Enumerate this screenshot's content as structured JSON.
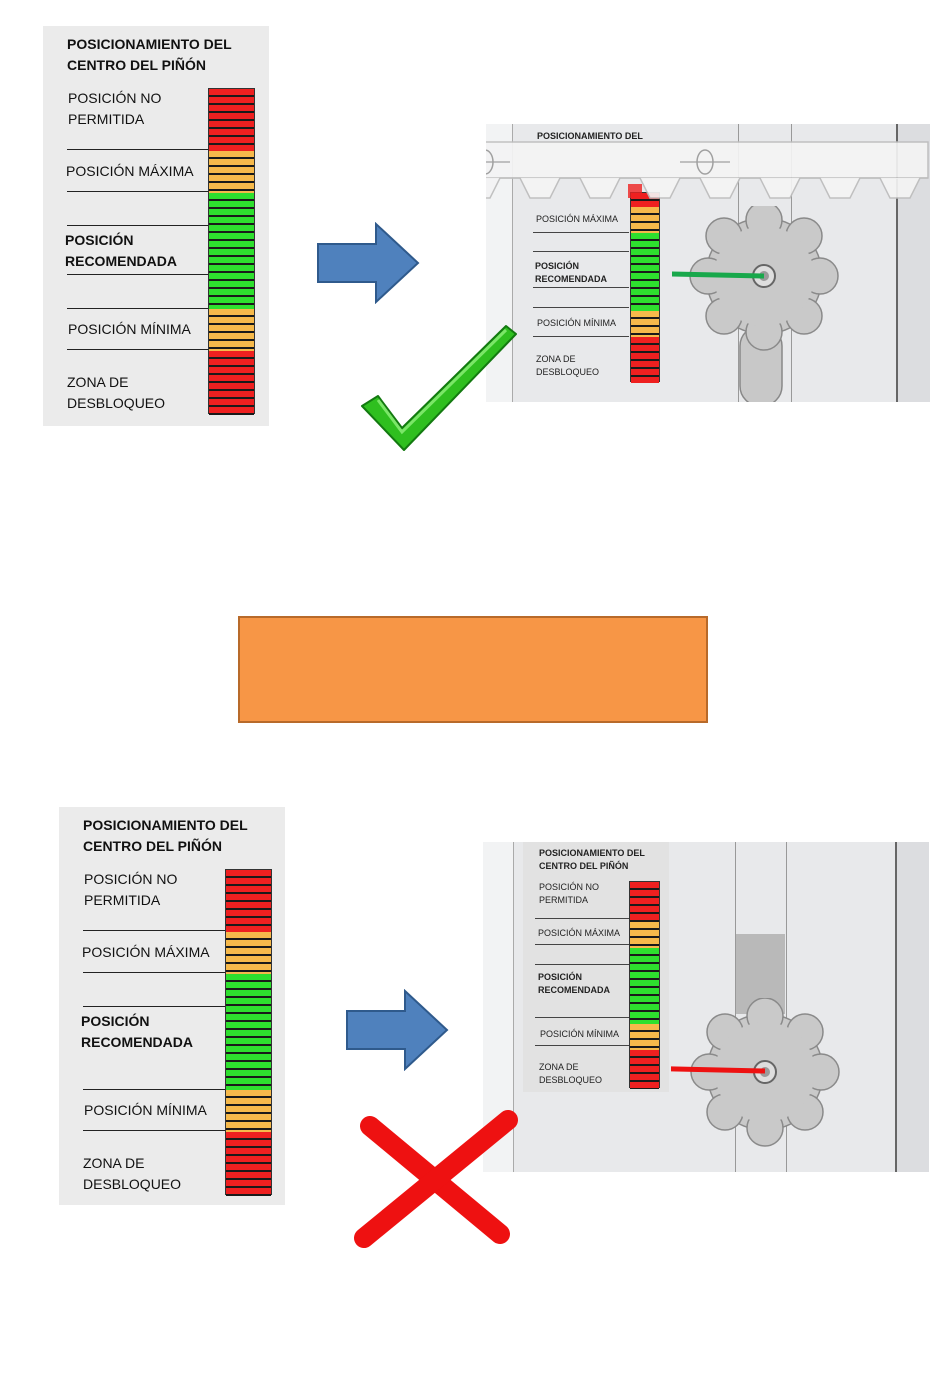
{
  "panel_top": {
    "title": "POSICIONAMIENTO DEL CENTRO DEL PIÑÓN",
    "labels": {
      "not_allowed": "POSICIÓN NO PERMITIDA",
      "max": "POSICIÓN MÁXIMA",
      "recommended": "POSICIÓN RECOMENDADA",
      "min": "POSICIÓN MÍNIMA",
      "release": "ZONA DE DESBLOQUEO"
    }
  },
  "photo_top": {
    "title": "POSICIONAMIENTO DEL",
    "labels": {
      "max": "POSICIÓN MÁXIMA",
      "recommended": "POSICIÓN RECOMENDADA",
      "min": "POSICIÓN MÍNIMA",
      "release": "ZONA DE DESBLOQUEO"
    },
    "result": "check"
  },
  "panel_bottom": {
    "title": "POSICIONAMIENTO DEL CENTRO DEL PIÑÓN",
    "labels": {
      "not_allowed": "POSICIÓN NO PERMITIDA",
      "max": "POSICIÓN MÁXIMA",
      "recommended": "POSICIÓN RECOMENDADA",
      "min": "POSICIÓN MÍNIMA",
      "release": "ZONA DE DESBLOQUEO"
    }
  },
  "photo_bottom": {
    "title": "POSICIONAMIENTO DEL CENTRO DEL PIÑÓN",
    "labels": {
      "not_allowed": "POSICIÓN NO PERMITIDA",
      "max": "POSICIÓN MÁXIMA",
      "recommended": "POSICIÓN RECOMENDADA",
      "min": "POSICIÓN MÍNIMA",
      "release": "ZONA DE DESBLOQUEO"
    },
    "result": "cross"
  },
  "colors": {
    "red": "#ee2020",
    "yellow": "#f6b94b",
    "green": "#2ee02e",
    "arrow": "#4f81bd",
    "orange_box": "#f79646",
    "check": "#2fbf1f",
    "cross": "#ee1111"
  },
  "icons": [
    "right-arrow-icon",
    "check-mark-icon",
    "cross-icon",
    "gear-icon"
  ]
}
